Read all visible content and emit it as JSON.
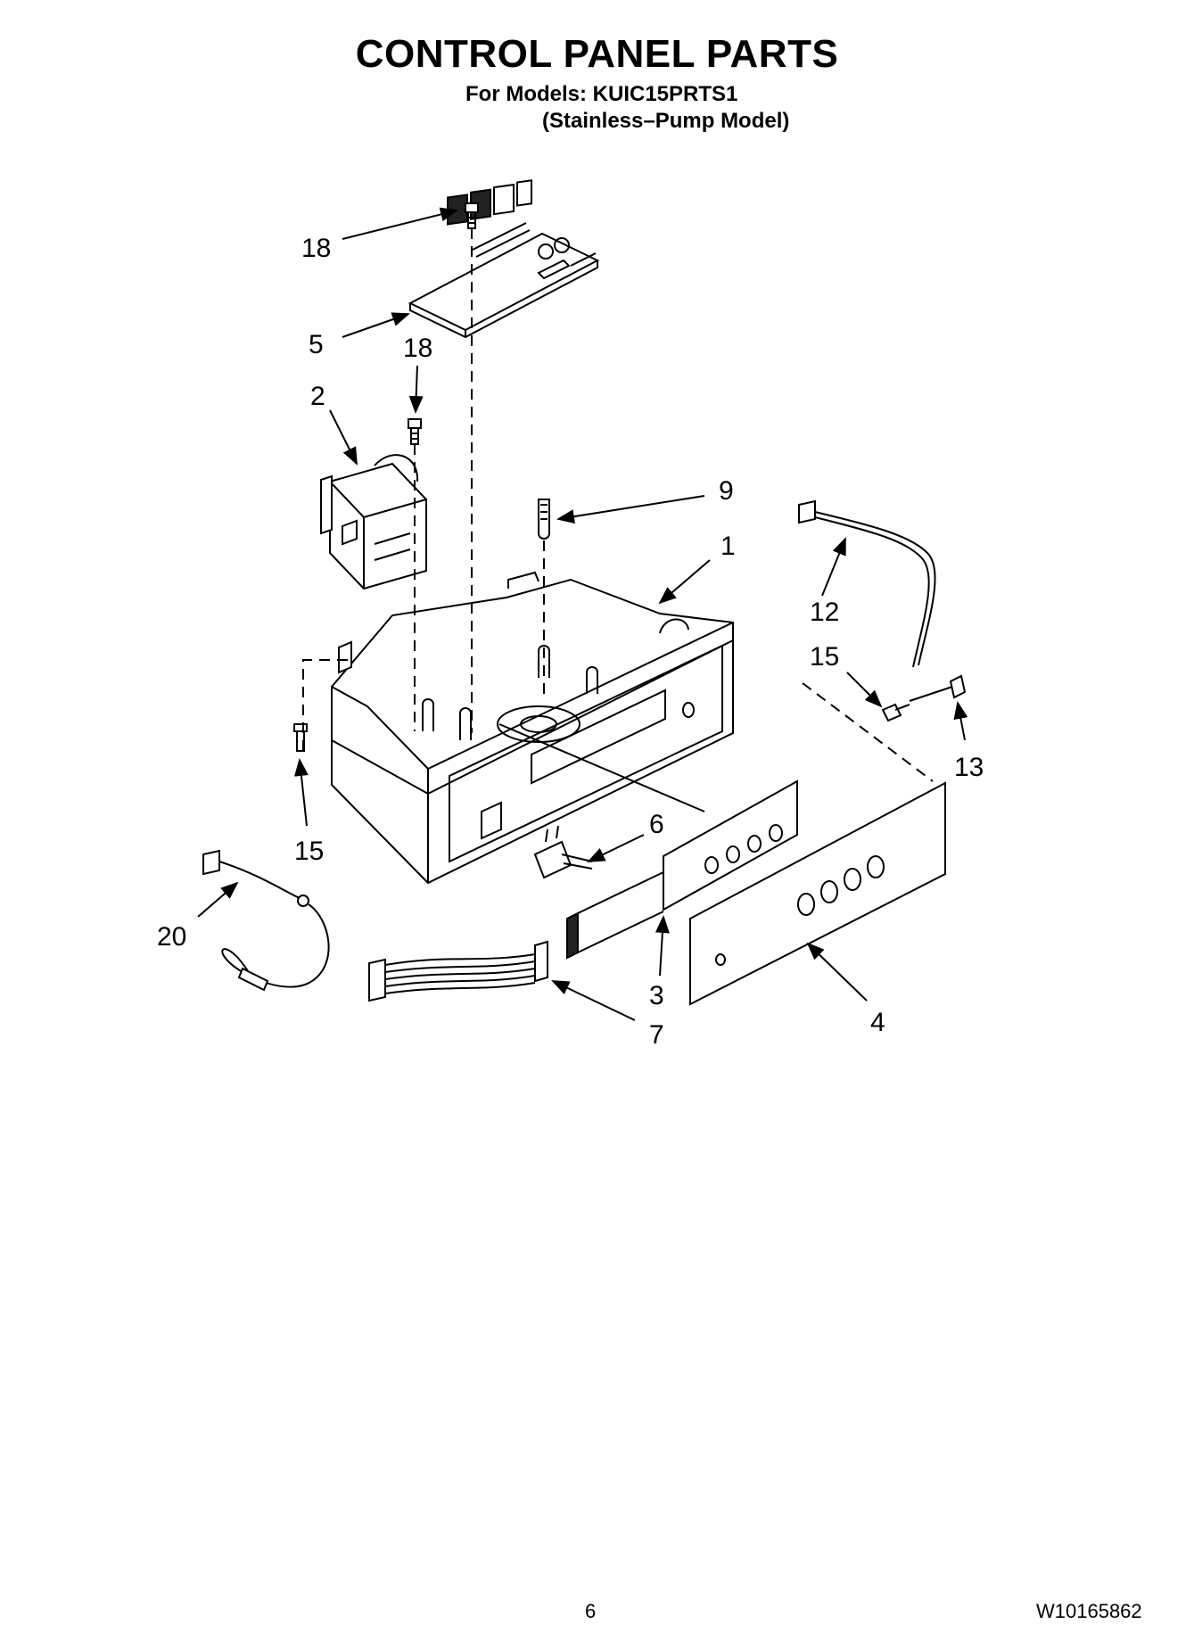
{
  "header": {
    "title": "CONTROL PANEL PARTS",
    "models_line": "For Models: KUIC15PRTS1",
    "variant_line": "(Stainless–Pump Model)"
  },
  "callouts": {
    "c18a": "18",
    "c5": "5",
    "c18b": "18",
    "c2": "2",
    "c9": "9",
    "c1": "1",
    "c12": "12",
    "c15a": "15",
    "c13": "13",
    "c15b": "15",
    "c6": "6",
    "c20": "20",
    "c3": "3",
    "c7": "7",
    "c4": "4"
  },
  "footer": {
    "page_number": "6",
    "document_number": "W10165862"
  }
}
